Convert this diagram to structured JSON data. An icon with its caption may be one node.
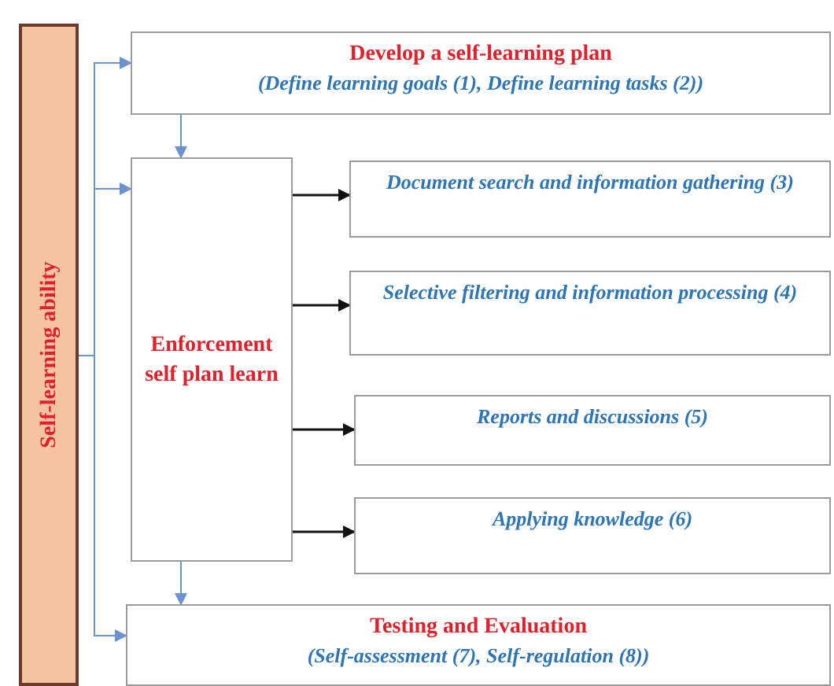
{
  "diagram": {
    "nodes": [
      {
        "text": [
          "Self-learning ability"
        ]
      },
      {
        "text": [
          "Develop a self-learning plan",
          "(Define learning goals (1), Define learning tasks (2))"
        ]
      },
      {
        "text": [
          "Enforcement self plan learn"
        ]
      },
      {
        "text": [
          "Document search and information gathering (3)"
        ]
      },
      {
        "text": [
          "Selective filtering and information processing (4)"
        ]
      },
      {
        "text": [
          "Reports and discussions (5)"
        ]
      },
      {
        "text": [
          "Applying knowledge (6)"
        ]
      },
      {
        "text": [
          "Testing and Evaluation",
          "(Self-assessment (7), Self-regulation (8))"
        ]
      }
    ],
    "edges": [
      {
        "from": 0,
        "to": 1,
        "arrow": "to"
      },
      {
        "from": 0,
        "to": 2,
        "arrow": "to"
      },
      {
        "from": 0,
        "to": 7,
        "arrow": "to"
      },
      {
        "from": 1,
        "to": 2,
        "arrow": "to"
      },
      {
        "from": 2,
        "to": 3,
        "arrow": "to",
        "color": "#111111"
      },
      {
        "from": 2,
        "to": 4,
        "arrow": "to",
        "color": "#111111"
      },
      {
        "from": 2,
        "to": 5,
        "arrow": "to",
        "color": "#111111"
      },
      {
        "from": 2,
        "to": 6,
        "arrow": "to",
        "color": "#111111"
      },
      {
        "from": 2,
        "to": 7,
        "arrow": "to"
      }
    ]
  }
}
